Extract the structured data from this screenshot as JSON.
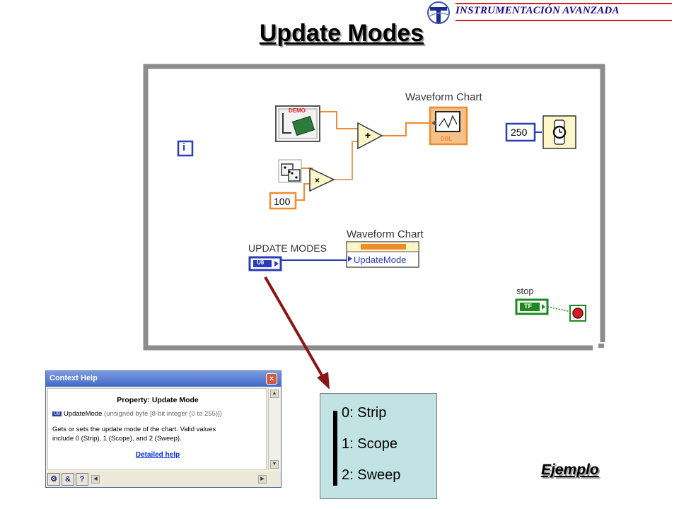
{
  "header": {
    "brand": "INSTRUMENTACIÓN AVANZADA",
    "title": "Update Modes"
  },
  "diagram": {
    "node_demo_label": "DEMO",
    "waveform_chart_top": "Waveform Chart",
    "chart_terminal_type": "DBL",
    "constant_wait": "250",
    "constant_scale": "100",
    "update_modes_label": "UPDATE MODES",
    "update_modes_type": "U8",
    "waveform_chart_bottom": "Waveform Chart",
    "property_name": "UpdateMode",
    "stop_label": "stop",
    "stop_type": "TF",
    "iteration_label": "i"
  },
  "context_help": {
    "window_title": "Context Help",
    "close_glyph": "×",
    "heading": "Property:  Update Mode",
    "badge": "U8",
    "property": "UpdateMode",
    "type_desc": "(unsigned byte [8-bit integer (0 to 255)])",
    "desc_line1": "Gets or sets the update mode of the chart. Valid values",
    "desc_line2": "include 0 (Strip), 1 (Scope), and 2 (Sweep).",
    "link": "Detailed help",
    "help_glyph": "?"
  },
  "modes": {
    "items": [
      "0: Strip",
      "1: Scope",
      "2: Sweep"
    ]
  },
  "footer": {
    "example": "Ejemplo"
  },
  "colors": {
    "wire_orange": "#f08a2a",
    "wire_blue": "#2a3cb8",
    "wire_green": "#1e8a1e",
    "loop_border": "#8c8c8c",
    "arrow": "#8b1515",
    "modes_bg": "#c2e3e3"
  }
}
